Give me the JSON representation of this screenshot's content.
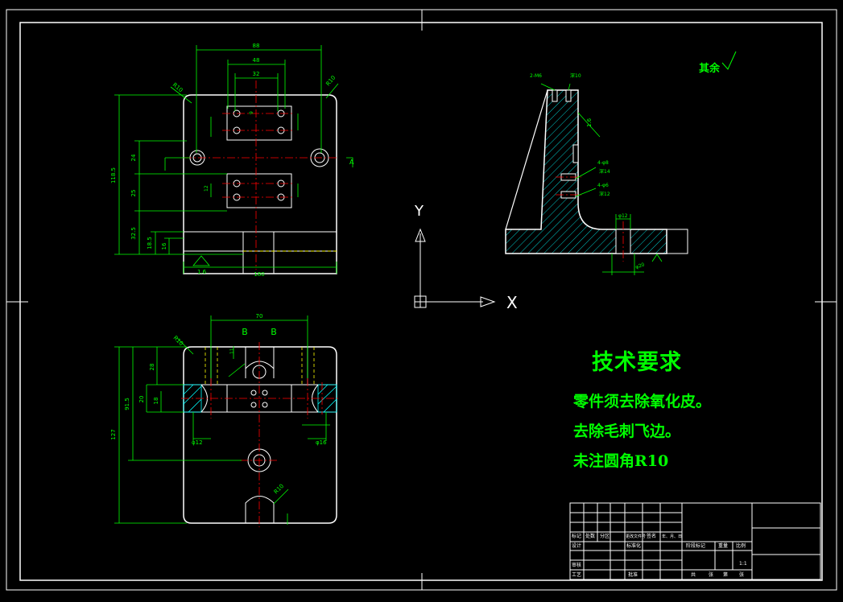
{
  "technical_requirements": {
    "title": "技术要求",
    "lines": [
      "零件须去除氧化皮。",
      "去除毛刺飞边。",
      "未注圆角R10"
    ]
  },
  "roughness_note": "其余",
  "axes": {
    "x_label": "X",
    "y_label": "Y"
  },
  "top_view_dims": {
    "overall_width": "180",
    "width_88": "88",
    "width_48": "48",
    "width_32": "32",
    "height_118_5": "118.5",
    "dim_24": "24",
    "dim_25": "25",
    "dim_32_5": "32.5",
    "dim_18_5": "18.5",
    "dim_16": "16",
    "corner_r10_left": "R10",
    "corner_r10_right": "R10",
    "roughness_left": "1.6",
    "section_a": "A",
    "dim_9": "9",
    "dim_12": "12"
  },
  "bottom_view_dims": {
    "width_70": "70",
    "section_b1": "B",
    "section_b2": "B",
    "height_127": "127",
    "height_91_5": "91.5",
    "dim_28": "28",
    "dim_20": "20",
    "dim_18": "18",
    "dia_12": "φ12",
    "dia_16": "φ16",
    "r10_top": "R10",
    "r10_bottom": "R10",
    "dim_11": "11"
  },
  "side_view_dims": {
    "hole_note_top": "2-M6",
    "thread_depth": "深10",
    "roughness": "1.6",
    "hole_a": "4-φ8",
    "depth_a": "深14",
    "hole_b": "4-φ6",
    "depth_b": "深12",
    "dia_12": "φ12",
    "dia_20": "φ20"
  },
  "title_block": {
    "row1": [
      "标记",
      "处数",
      "分区",
      "更改文件号",
      "签名",
      "年、月、日"
    ],
    "design": "设计",
    "standardize": "标准化",
    "review": "审核",
    "process": "工艺",
    "approve": "批准",
    "stage_mark": "阶段标记",
    "weight": "重量",
    "scale": "比例",
    "scale_value": "1:1",
    "sheet_total": "共",
    "sheet_word": "张",
    "sheet_no": "第",
    "sheet_word2": "张"
  },
  "colors": {
    "background": "#000000",
    "outline": "#ffffff",
    "dimension": "#00ff00",
    "centerline": "#ff0000",
    "hidden": "#ffff00",
    "hatch": "#00ffff"
  }
}
